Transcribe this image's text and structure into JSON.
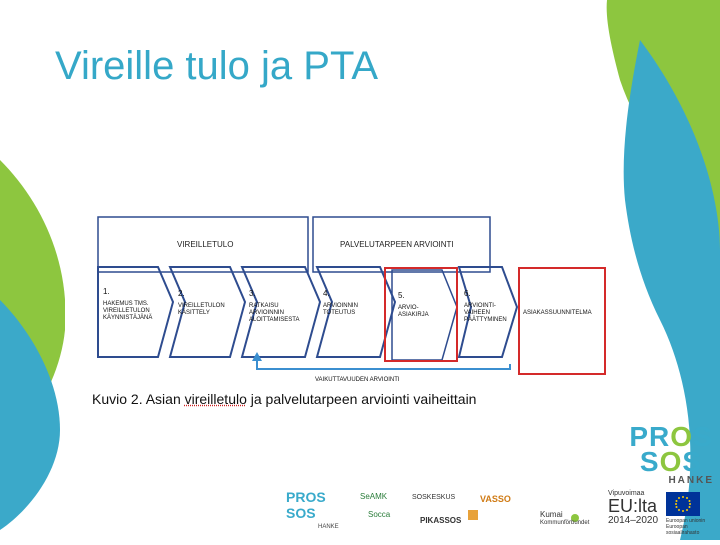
{
  "slide": {
    "title": "Vireille tulo ja PTA"
  },
  "diagram": {
    "headers": [
      "VIREILLETULO",
      "PALVELUTARPEEN ARVIOINTI"
    ],
    "steps": [
      {
        "num": "1.",
        "text": [
          "HAKEMUS TMS.",
          "VIREILLETULON",
          "KÄYNNISTÄJÄNÄ"
        ]
      },
      {
        "num": "2.",
        "text": [
          "VIREILLETULON",
          "KÄSITTELY"
        ]
      },
      {
        "num": "3.",
        "text": [
          "RATKAISU",
          "ARVIOINNIN",
          "ALOITTAMISESTA"
        ]
      },
      {
        "num": "4.",
        "text": [
          "ARVIOINNIN",
          "TOTEUTUS"
        ]
      },
      {
        "num": "5.",
        "text": [
          "ARVIO-",
          "ASIAKIRJA"
        ]
      },
      {
        "num": "6.",
        "text": [
          "ARVIOINTI-",
          "VAIHEEN",
          "PÄÄTTYMINEN"
        ]
      }
    ],
    "plan": "ASIAKASSUUNNITELMA",
    "feedback": "VAIKUTTAVUUDEN ARVIOINTI",
    "colors": {
      "blue": "#2e4c8f",
      "red": "#d42a2a"
    }
  },
  "caption": {
    "before": "Kuvio 2. Asian ",
    "underlined": "vireilletulo",
    "after": " ja palvelutarpeen arviointi vaiheittain"
  },
  "logo": {
    "line1": [
      "PR",
      "O"
    ],
    "line2": [
      "S",
      "O",
      "S"
    ],
    "line3": "HANKE"
  },
  "footer": {
    "small_logo": {
      "line1": "PROS",
      "line2": "SOS",
      "line3": "HANKE"
    },
    "partners": [
      "SeAMK",
      "SOSKESKUS",
      "VASSO",
      "Socca",
      "PIKASSOS",
      "Kumai",
      "Kommunförbundet"
    ],
    "eu": {
      "vipuvoimaa": "Vipuvoimaa",
      "eu": "EU:lta",
      "years": "2014–2020",
      "fund": "Euroopan unionin Euroopan sosiaalirahasto"
    }
  }
}
